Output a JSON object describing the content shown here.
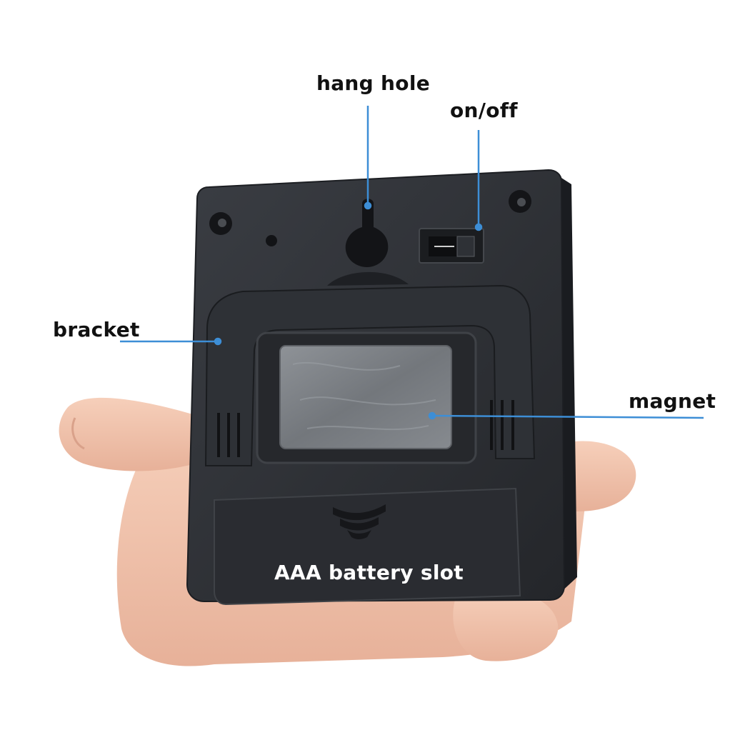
{
  "labels": {
    "hang_hole": "hang hole",
    "on_off": "on/off",
    "bracket": "bracket",
    "magnet": "magnet",
    "battery_slot": "AAA battery slot"
  },
  "colors": {
    "background": "#ffffff",
    "device_body": "#2b2e33",
    "device_edge": "#1c1e22",
    "magnet": "#7d8186",
    "skin": "#f0c3ac",
    "leader_line": "#3d8ed6",
    "label_text": "#111111",
    "battery_label_text": "#ffffff"
  }
}
